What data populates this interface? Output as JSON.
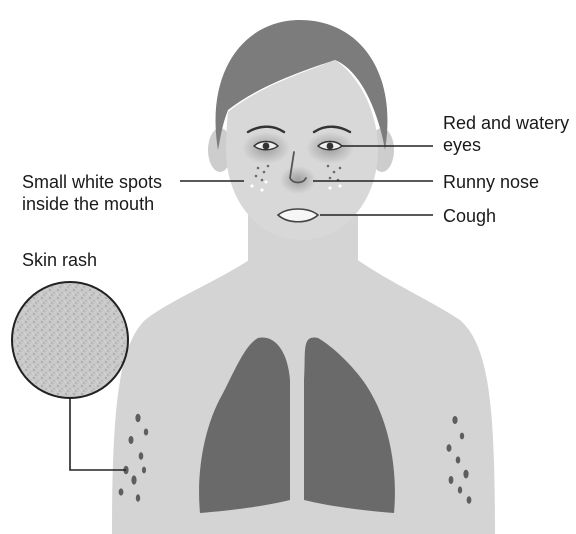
{
  "labels": {
    "eyes": [
      "Red and watery",
      "eyes"
    ],
    "nose": "Runny nose",
    "cough": "Cough",
    "mouth": [
      "Small white spots",
      "inside the mouth"
    ],
    "rash": "Skin rash"
  },
  "colors": {
    "skin": "#d4d4d4",
    "hair": "#7c7c7c",
    "lungs": "#6a6a6a",
    "leader": "#222222",
    "rash_marks": "#5e5e5e",
    "redness": "#8e8e8e",
    "rash_texture": "#c2c2c2"
  }
}
